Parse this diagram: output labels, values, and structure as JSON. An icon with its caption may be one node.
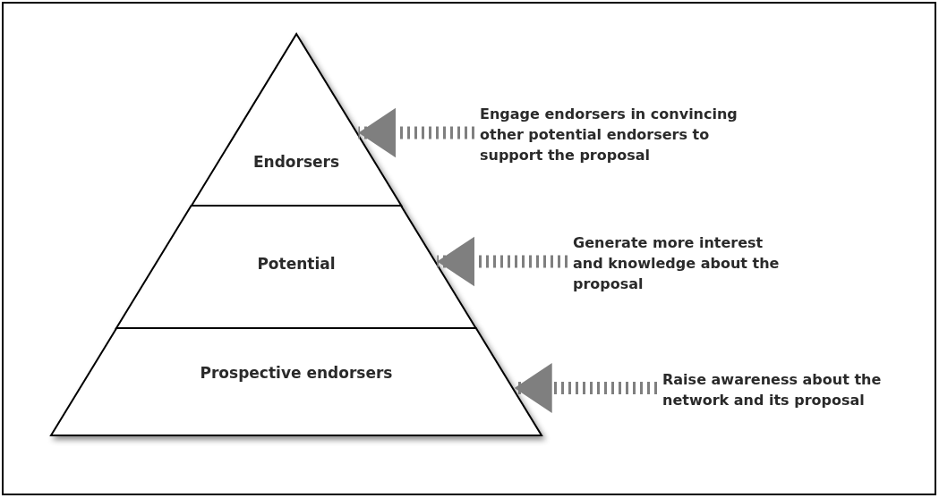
{
  "diagram": {
    "nodes": [
      {
        "text": [
          "Endorsers"
        ]
      },
      {
        "text": [
          "Potential"
        ]
      },
      {
        "text": [
          "Prospective endorsers"
        ]
      },
      {
        "text": [
          "Engage endorsers in convincing other potential endorsers to support the proposal"
        ]
      },
      {
        "text": [
          "Generate more interest and knowledge about the proposal"
        ]
      },
      {
        "text": [
          "Raise awareness about the network and its proposal"
        ]
      }
    ],
    "edges": [
      {
        "from": 3,
        "to": 0,
        "arrow": "to",
        "style": "dashed"
      },
      {
        "from": 4,
        "to": 1,
        "arrow": "to",
        "style": "dashed"
      },
      {
        "from": 5,
        "to": 2,
        "arrow": "to",
        "style": "dashed"
      }
    ]
  }
}
